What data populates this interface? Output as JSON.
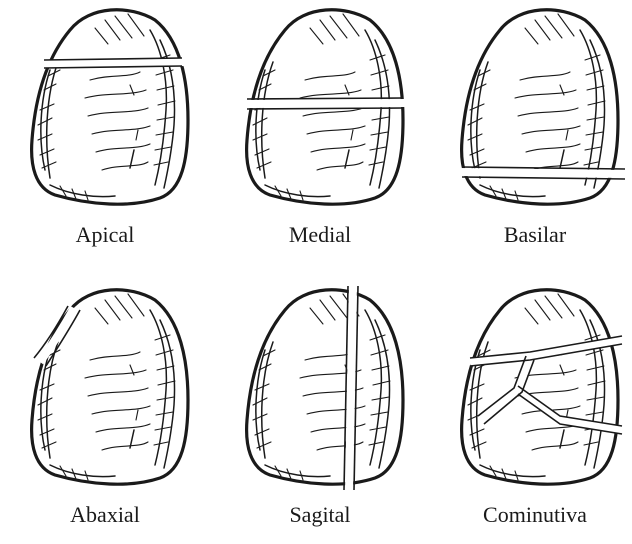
{
  "figures": [
    {
      "id": "apical",
      "label": "Apical"
    },
    {
      "id": "medial",
      "label": "Medial"
    },
    {
      "id": "basilar",
      "label": "Basilar"
    },
    {
      "id": "abaxial",
      "label": "Abaxial"
    },
    {
      "id": "sagital",
      "label": "Sagital"
    },
    {
      "id": "cominutiva",
      "label": "Cominutiva"
    }
  ]
}
